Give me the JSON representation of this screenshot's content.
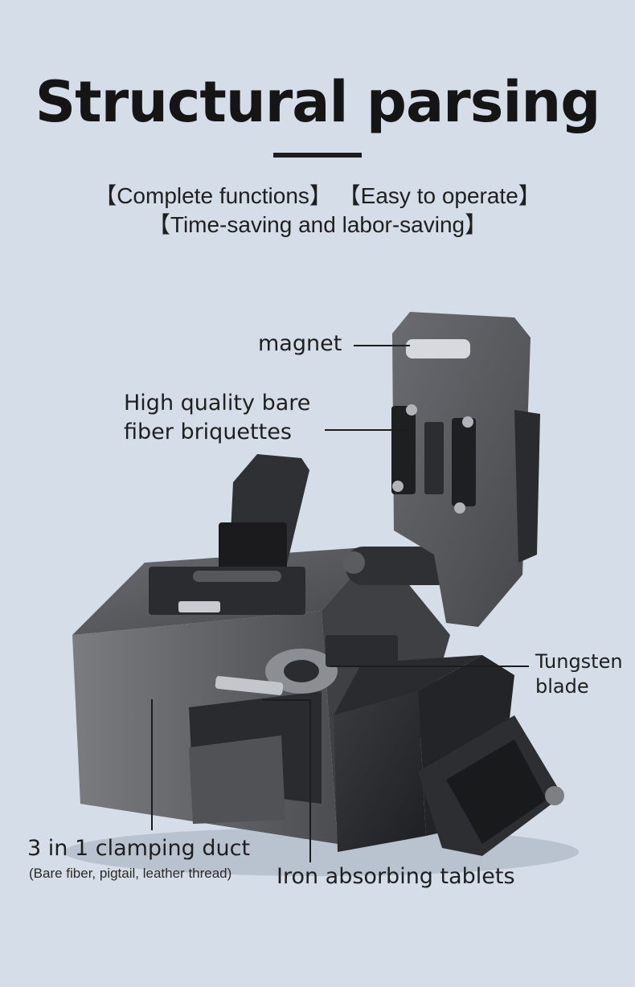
{
  "header": {
    "title": "Structural parsing",
    "tagline_line1": "【Complete functions】 【Easy to operate】",
    "tagline_line2": "【Time-saving and labor-saving】"
  },
  "callouts": {
    "magnet": "magnet",
    "briquettes_line1": "High quality bare",
    "briquettes_line2": "fiber briquettes",
    "blade_line1": "Tungsten",
    "blade_line2": "blade",
    "clamping_duct": "3 in 1 clamping duct",
    "clamping_duct_sub": "(Bare fiber, pigtail, leather thread)",
    "iron_tablets": "Iron absorbing tablets"
  },
  "colors": {
    "background": "#d4dde8",
    "body_metal": "#4a4c50",
    "body_dark": "#2b2c2f",
    "text": "#1c1c1c"
  }
}
